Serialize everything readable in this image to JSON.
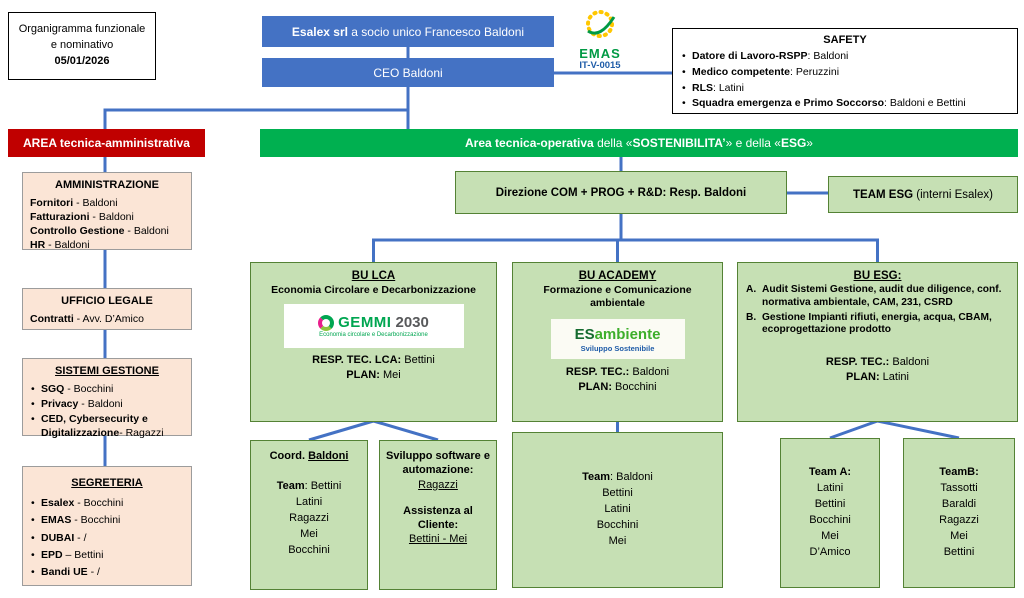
{
  "colors": {
    "blue": "#4472C4",
    "red": "#C00000",
    "green": "#00B050",
    "light_green": "#C6E0B4",
    "peach": "#FBE5D6"
  },
  "title_box": {
    "line1": "Organigramma funzionale",
    "line2": "e nominativo",
    "date": "05/01/2026"
  },
  "top": {
    "company": {
      "bold": "Esalex srl",
      "rest": " a socio unico Francesco Baldoni"
    },
    "ceo": "CEO Baldoni",
    "emas": {
      "name": "EMAS",
      "code": "IT-V-0015"
    },
    "safety": {
      "title": "SAFETY",
      "items": [
        {
          "bold": "Datore di Lavoro-RSPP",
          "rest": ": Baldoni"
        },
        {
          "bold": "Medico competente",
          "rest": ": Peruzzini"
        },
        {
          "bold": "RLS",
          "rest": ": Latini"
        },
        {
          "bold": "Squadra emergenza e Primo Soccorso",
          "rest": ": Baldoni e Bettini"
        }
      ]
    }
  },
  "admin": {
    "header": "AREA tecnica-amministrativa",
    "amministrazione": {
      "title": "AMMINISTRAZIONE",
      "items": [
        {
          "bold": "Fornitori",
          "rest": " - Baldoni"
        },
        {
          "bold": "Fatturazioni",
          "rest": " - Baldoni"
        },
        {
          "bold": "Controllo Gestione",
          "rest": " - Baldoni"
        },
        {
          "bold": "HR",
          "rest": " - Baldoni"
        }
      ]
    },
    "legale": {
      "title": "UFFICIO LEGALE",
      "item": {
        "bold": "Contratti",
        "rest": " - Avv. D’Amico"
      }
    },
    "sistemi": {
      "title": "SISTEMI GESTIONE",
      "items": [
        {
          "bold": "SGQ",
          "rest": " - Bocchini"
        },
        {
          "bold": "Privacy",
          "rest": " - Baldoni"
        },
        {
          "bold": "CED, Cybersecurity e Digitalizzazione",
          "rest": "- Ragazzi"
        }
      ]
    },
    "segreteria": {
      "title": "SEGRETERIA",
      "items": [
        {
          "bold": "Esalex",
          "rest": " - Bocchini"
        },
        {
          "bold": "EMAS",
          "rest": " - Bocchini"
        },
        {
          "bold": "DUBAI",
          "rest": " -  /"
        },
        {
          "bold": "EPD",
          "rest": " – Bettini"
        },
        {
          "bold": "Bandi UE",
          "rest": " -  /"
        }
      ]
    }
  },
  "operative": {
    "bar": {
      "p0": "Area tecnica-operativa",
      "p1": " della «",
      "p2": "SOSTENIBILITA’",
      "p3": "» e della «",
      "p4": "ESG",
      "p5": "»"
    },
    "direzione": "Direzione COM + PROG + R&D: Resp. Baldoni",
    "team_esg": {
      "bold": "TEAM ESG",
      "rest": " (interni Esalex)"
    },
    "bu_lca": {
      "title": "BU LCA",
      "subtitle": "Economia Circolare e Decarbonizzazione",
      "logo": {
        "green": "GEMMI",
        "gray": "2030",
        "tagline": "Economia circolare e Decarbonizzazione"
      },
      "resp_bold": "RESP. TEC. LCA:",
      "resp_rest": " Bettini",
      "plan_bold": "PLAN:",
      "plan_rest": " Mei"
    },
    "bu_academy": {
      "title": "BU ACADEMY",
      "subtitle": "Formazione e Comunicazione ambientale",
      "logo": {
        "es": "ES",
        "ambiente": "ambiente",
        "tagline": "Sviluppo Sostenibile"
      },
      "resp_bold": "RESP. TEC.:",
      "resp_rest": " Baldoni",
      "plan_bold": "PLAN:",
      "plan_rest": " Bocchini"
    },
    "bu_esg": {
      "title": "BU ESG:",
      "items": [
        {
          "marker": "A.",
          "text": "Audit Sistemi Gestione, audit due diligence, conf. normativa ambientale, CAM, 231, CSRD"
        },
        {
          "marker": "B.",
          "text": "Gestione Impianti rifiuti, energia, acqua, CBAM, ecoprogettazione prodotto"
        }
      ],
      "resp_bold": "RESP. TEC.:",
      "resp_rest": " Baldoni",
      "plan_bold": "PLAN:",
      "plan_rest": " Latini"
    }
  },
  "teams": {
    "coord": {
      "title_prefix": "Coord. ",
      "title_name": "Baldoni",
      "label": "Team",
      "first": ": Bettini",
      "names": [
        "Latini",
        "Ragazzi",
        "Mei",
        "Bocchini"
      ]
    },
    "sviluppo": {
      "head1": "Sviluppo software e automazione:",
      "name1": "Ragazzi",
      "head2": "Assistenza al Cliente:",
      "name2": "Bettini - Mei"
    },
    "academy_team": {
      "label": "Team",
      "first": ": Baldoni",
      "names": [
        "Bettini",
        "Latini",
        "Bocchini",
        "Mei"
      ]
    },
    "team_a": {
      "label": "Team A:",
      "names": [
        "Latini",
        "Bettini",
        "Bocchini",
        "Mei",
        "D’Amico"
      ]
    },
    "team_b": {
      "label": "TeamB:",
      "names": [
        "Tassotti",
        "Baraldi",
        "Ragazzi",
        "Mei",
        "Bettini"
      ]
    }
  }
}
